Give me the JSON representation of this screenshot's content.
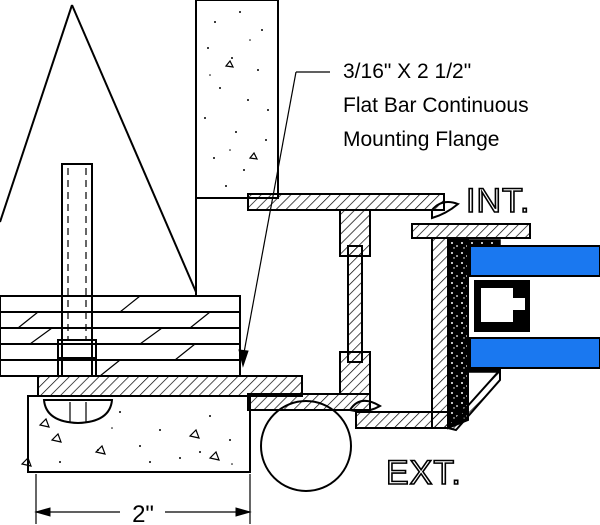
{
  "callout": {
    "line1": "3/16\" X 2 1/2\"",
    "line2": "Flat Bar Continuous",
    "line3": "Mounting  Flange"
  },
  "labels": {
    "interior": "INT.",
    "exterior": "EXT."
  },
  "dimension": {
    "text": "2\""
  },
  "colors": {
    "glass": "#1a78f0",
    "line": "#000000",
    "background": "#ffffff"
  }
}
